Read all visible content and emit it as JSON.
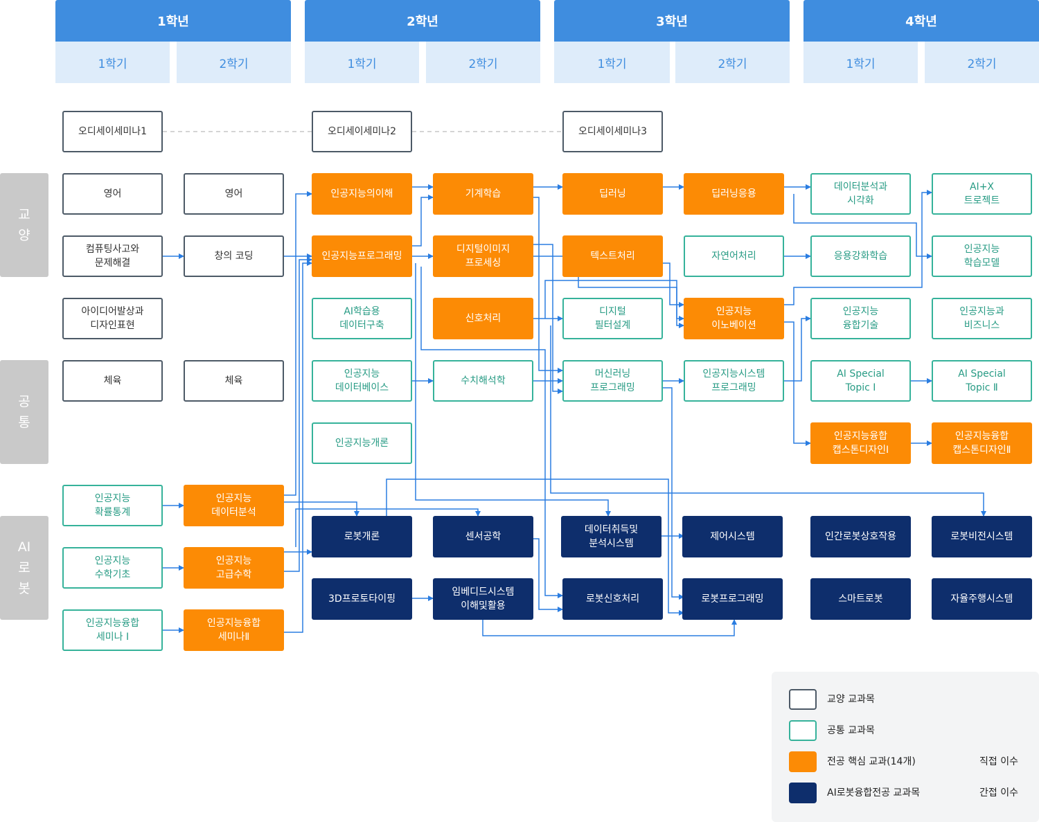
{
  "years": [
    "1학년",
    "2학년",
    "3학년",
    "4학년"
  ],
  "semesters": [
    "1학기",
    "2학기",
    "1학기",
    "2학기",
    "1학기",
    "2학기",
    "1학기",
    "2학기"
  ],
  "categories": [
    "교\n양",
    "공\n통",
    "AI\n로\n봇"
  ],
  "courses": {
    "seminar1": "오디세이세미나1",
    "seminar2": "오디세이세미나2",
    "seminar3": "오디세이세미나3",
    "english1": "영어",
    "english2": "영어",
    "ct": "컴퓨팅사고와\n문제해결",
    "creative": "창의 코딩",
    "idea": "아이디어발상과\n디자인표현",
    "pe1": "체육",
    "pe2": "체육",
    "aiunderstand": "인공지능의이해",
    "aiprog": "인공지능프로그래밍",
    "aidata": "AI학습용\n데이터구축",
    "aidb": "인공지능\n데이터베이스",
    "aiintro": "인공지능개론",
    "ml": "기계학습",
    "dip": "디지털이미지\n프로세싱",
    "signal": "신호처리",
    "numerical": "수치해석학",
    "dl": "딥러닝",
    "text": "텍스트처리",
    "filter": "디지털\n필터설계",
    "mlprog": "머신러닝\n프로그래밍",
    "dlapp": "딥러닝응용",
    "nlp": "자연어처리",
    "innov": "인공지능\n이노베이션",
    "sysprog": "인공지능시스템\n프로그래밍",
    "viz": "데이터분석과\n시각화",
    "rl": "응용강화학습",
    "fusion": "인공지능\n융합기술",
    "topic1": "AI Special\nTopic Ⅰ",
    "cap1": "인공지능융합\n캡스톤디자인Ⅰ",
    "aix": "AI+X\n트로젝트",
    "model": "인공지능\n학습모델",
    "biz": "인공지능과\n비즈니스",
    "topic2": "AI Special\nTopic Ⅱ",
    "cap2": "인공지능융합\n캡스톤디자인Ⅱ",
    "prob": "인공지능\n확률통계",
    "mathbase": "인공지능\n수학기초",
    "fsem1": "인공지능융합\n세미나 Ⅰ",
    "aida": "인공지능\n데이터분석",
    "advmath": "인공지능\n고급수학",
    "fsem2": "인공지능융합\n세미나Ⅱ",
    "robotintro": "로봇개론",
    "proto": "3D프로토타이핑",
    "sensor": "센서공학",
    "embedded": "임베디드시스템\n이해및활용",
    "acq": "데이터취득및\n분석시스템",
    "rsignal": "로봇신호처리",
    "control": "제어시스템",
    "rprog": "로봇프로그래밍",
    "hri": "인간로봇상호작용",
    "smart": "스마트로봇",
    "vision": "로봇비전시스템",
    "auto": "자율주행시스템"
  },
  "legend": {
    "general": "교양 교과목",
    "common": "공통 교과목",
    "core": "전공 핵심 교과(14개)",
    "robot": "AI로봇융합전공 교과목",
    "direct": "직접 이수",
    "indirect": "간접 이수"
  },
  "colors": {
    "header": "#3f8ddf",
    "semester_bg": "#deecfa",
    "general_border": "#4c5966",
    "common_border": "#35b29a",
    "core": "#fc8b05",
    "robot": "#0e2e6c",
    "arrow": "#2a7de1",
    "category_bg": "#c9c9c9"
  }
}
